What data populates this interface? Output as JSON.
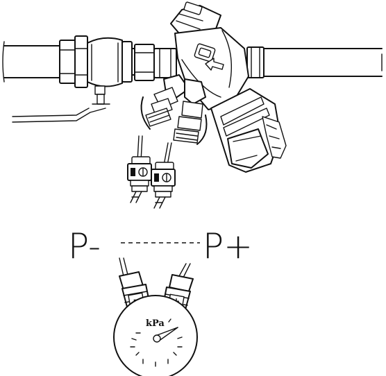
{
  "labels": {
    "p_minus": "P-",
    "p_plus": "P+",
    "gauge_unit": "kPa",
    "minus_sign": "-",
    "plus_sign": "+"
  },
  "colors": {
    "line": "#111111",
    "background": "#ffffff"
  },
  "icons": [
    "ball-valve-icon",
    "balancing-valve-icon",
    "test-probe-icon",
    "pressure-gauge-icon"
  ]
}
